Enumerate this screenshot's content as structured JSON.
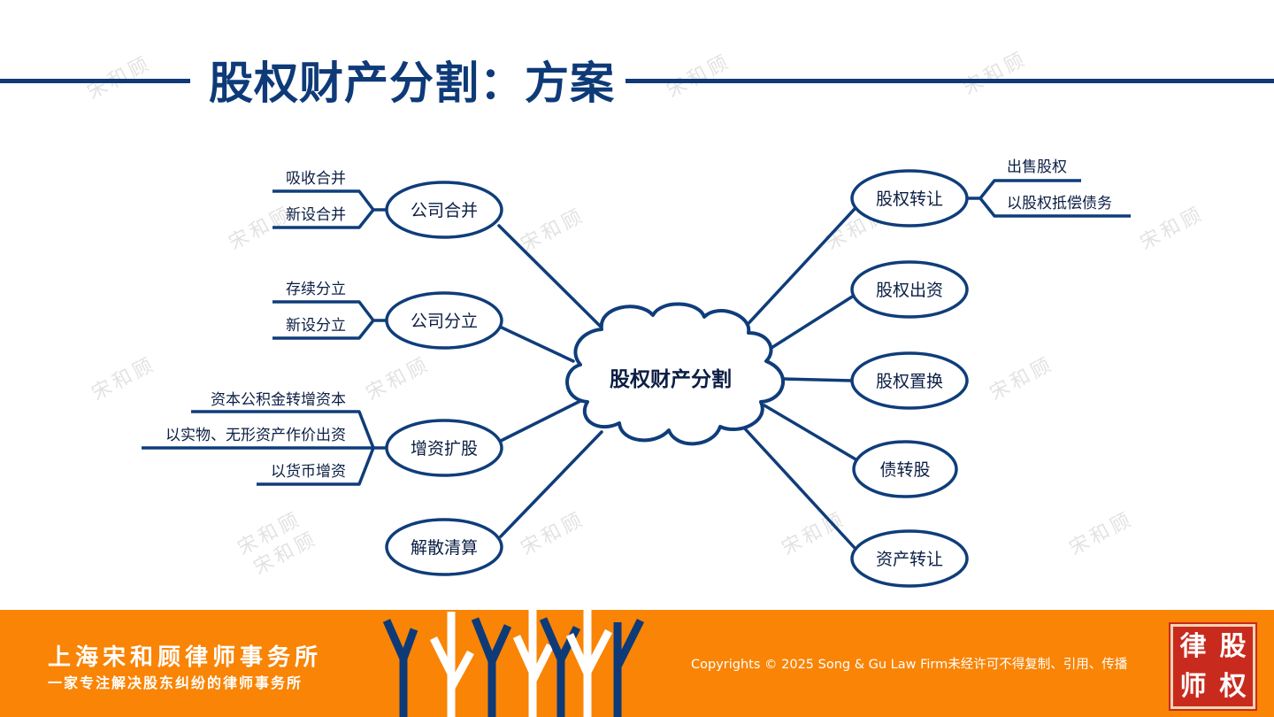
{
  "slide": {
    "title": "股权财产分割：方案"
  },
  "diagram": {
    "center": "股权财产分割",
    "left_branches": [
      {
        "label": "公司合并",
        "children": [
          "吸收合并",
          "新设合并"
        ]
      },
      {
        "label": "公司分立",
        "children": [
          "存续分立",
          "新设分立"
        ]
      },
      {
        "label": "增资扩股",
        "children": [
          "资本公积金转增资本",
          "以实物、无形资产作价出资",
          "以货币增资"
        ]
      },
      {
        "label": "解散清算",
        "children": []
      }
    ],
    "right_branches": [
      {
        "label": "股权转让",
        "children": [
          "出售股权",
          "以股权抵偿债务"
        ]
      },
      {
        "label": "股权出资",
        "children": []
      },
      {
        "label": "股权置换",
        "children": []
      },
      {
        "label": "债转股",
        "children": []
      },
      {
        "label": "资产转让",
        "children": []
      }
    ]
  },
  "watermark_text": "宋和顾",
  "footer": {
    "firm_name": "上海宋和顾律师事务所",
    "slogan": "一家专注解决股东纠纷的律师事务所",
    "copyright": "Copyrights © 2025 Song & Gu Law Firm未经许可不得复制、引用、传播",
    "seal_chars": [
      "律",
      "股",
      "师",
      "权"
    ]
  },
  "colors": {
    "navy": "#0e3a78",
    "line": "#0f3d7a",
    "footer_orange": "#f98405",
    "seal_red": "#c92a1e"
  }
}
